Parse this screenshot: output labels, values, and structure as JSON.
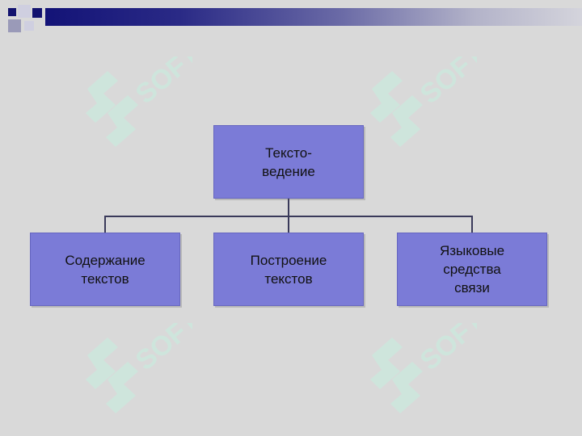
{
  "colors": {
    "background": "#d9d9d9",
    "node_fill": "#7b7bd7",
    "connector": "#3a3a5a",
    "header_dark": "#131377",
    "watermark": "#c6efe0"
  },
  "diagram": {
    "root": {
      "label": "Тексто-\nведение"
    },
    "children": [
      {
        "label": "Содержание\nтекстов"
      },
      {
        "label": "Построение\nтекстов"
      },
      {
        "label": "Языковые\nсредства\nсвязи"
      }
    ]
  },
  "watermark": {
    "text": "SOFT",
    "icon": "soft-logo-icon"
  }
}
